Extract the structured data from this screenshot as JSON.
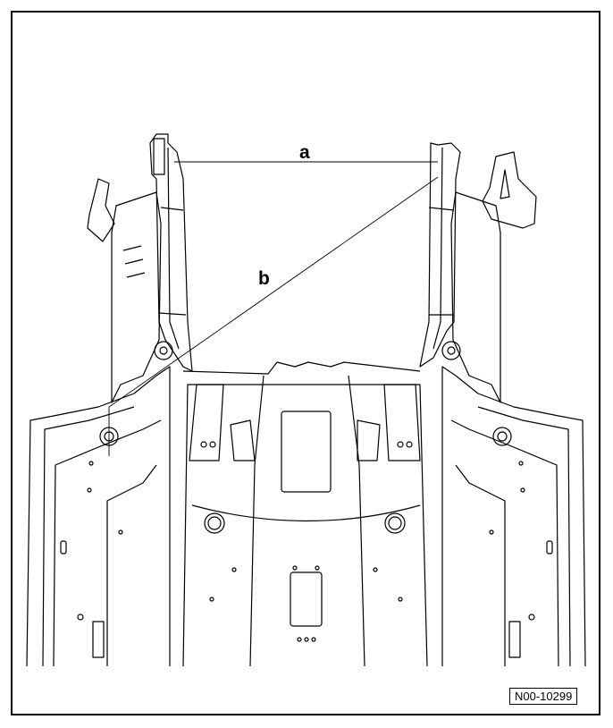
{
  "labels": {
    "a": "a",
    "b": "b"
  },
  "figure_id": "N00-10299"
}
